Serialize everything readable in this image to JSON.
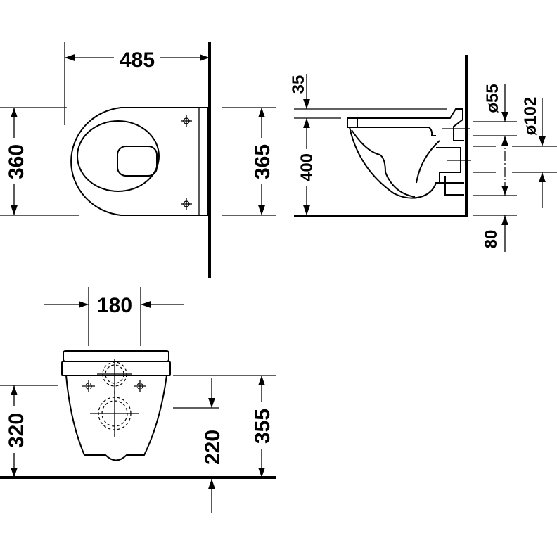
{
  "views": {
    "top": {
      "width": "485",
      "depth_left": "360",
      "depth_right": "365"
    },
    "side": {
      "rim_height": "35",
      "height": "400",
      "inlet_diameter": "ø55",
      "outlet_diameter": "ø102",
      "outlet_height": "80"
    },
    "front": {
      "hole_spacing": "180",
      "fixing_height": "320",
      "outlet_height": "220",
      "total_height": "355"
    }
  }
}
